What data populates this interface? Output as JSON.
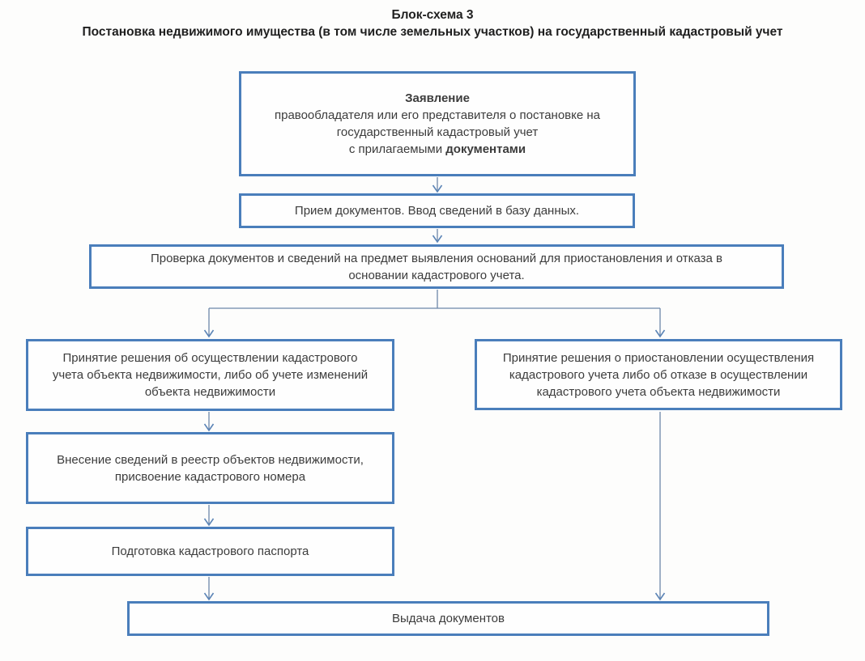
{
  "title": {
    "line1": "Блок-схема 3",
    "line2": "Постановка недвижимого имущества (в том числе земельных участков) на государственный кадастровый учет"
  },
  "colors": {
    "box_border": "#4a7ebb",
    "box_text": "#3c3c3c",
    "connector": "#6d87a8",
    "arrowhead": "#5b84b6",
    "title_text": "#1f1f1f"
  },
  "flowchart": {
    "application_box": {
      "heading": "Заявление",
      "line1": "правообладателя или его представителя о постановке на",
      "line2": "государственный кадастровый учет",
      "line3_normal": "с прилагаемыми ",
      "line3_bold": "документами"
    },
    "intake_box": {
      "text": "Прием документов. Ввод сведений в базу данных."
    },
    "verification_box": {
      "text": "Проверка документов и сведений на предмет выявления оснований для приостановления и отказа в основании кадастрового учета."
    },
    "decision_approve_box": {
      "text": "Принятие решения об осуществлении кадастрового учета объекта недвижимости, либо об учете изменений объекта недвижимости"
    },
    "decision_suspend_box": {
      "text": "Принятие решения о приостановлении осуществления кадастрового учета либо об отказе в осуществлении кадастрового учета объекта недвижимости"
    },
    "registry_entry_box": {
      "text": "Внесение сведений в реестр объектов недвижимости, присвоение кадастрового номера"
    },
    "passport_box": {
      "text": "Подготовка кадастрового паспорта"
    },
    "issue_box": {
      "text": "Выдача документов"
    }
  }
}
